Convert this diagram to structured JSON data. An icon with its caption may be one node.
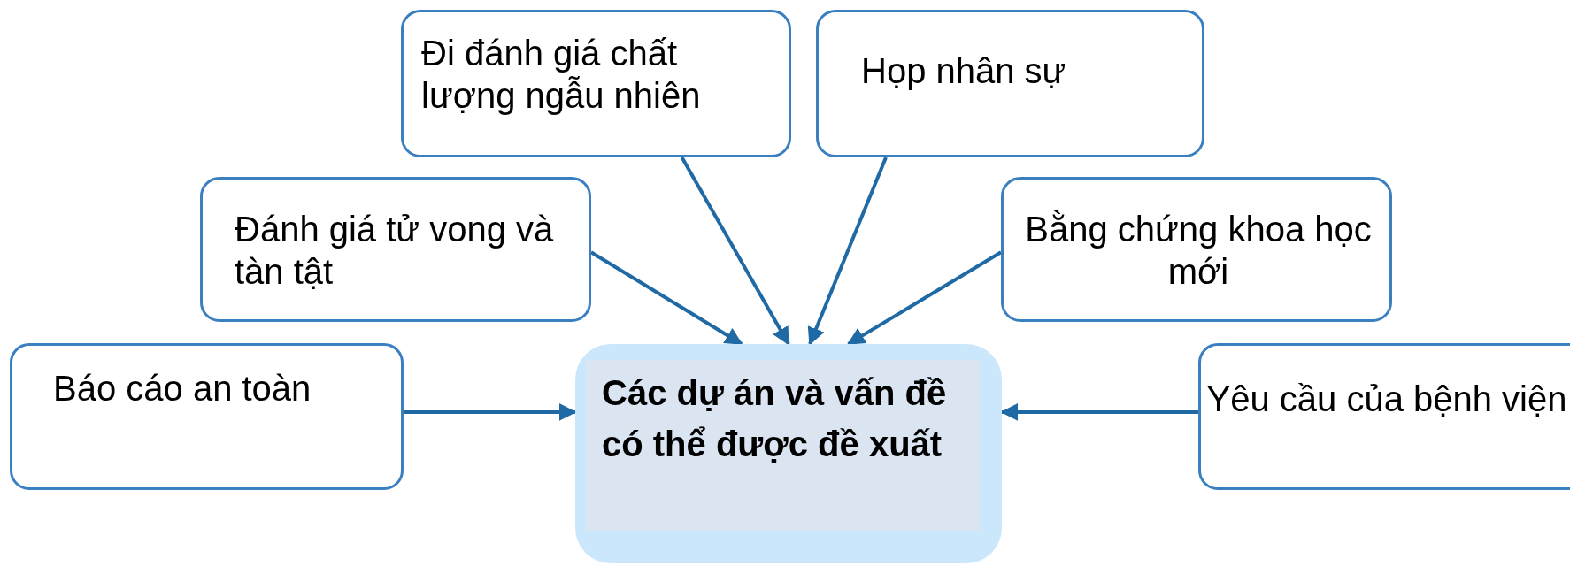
{
  "diagram": {
    "nodes": [
      {
        "text": [
          "Đi đánh giá chất lượng ngẫu nhiên"
        ]
      },
      {
        "text": [
          "Họp nhân sự"
        ]
      },
      {
        "text": [
          "Đánh giá tử vong và tàn tật"
        ]
      },
      {
        "text": [
          "Bằng chứng khoa học mới"
        ]
      },
      {
        "text": [
          "Báo cáo an toàn"
        ]
      },
      {
        "text": [
          "Các dự án và vấn đề có thể được đề xuất"
        ]
      },
      {
        "text": [
          "Yêu cầu của bệnh viện"
        ]
      }
    ],
    "edges": [
      {
        "from": 0,
        "to": 5,
        "arrow": "to"
      },
      {
        "from": 1,
        "to": 5,
        "arrow": "to"
      },
      {
        "from": 2,
        "to": 5,
        "arrow": "to"
      },
      {
        "from": 3,
        "to": 5,
        "arrow": "to"
      },
      {
        "from": 4,
        "to": 5,
        "arrow": "to"
      },
      {
        "from": 6,
        "to": 5,
        "arrow": "to"
      }
    ]
  }
}
